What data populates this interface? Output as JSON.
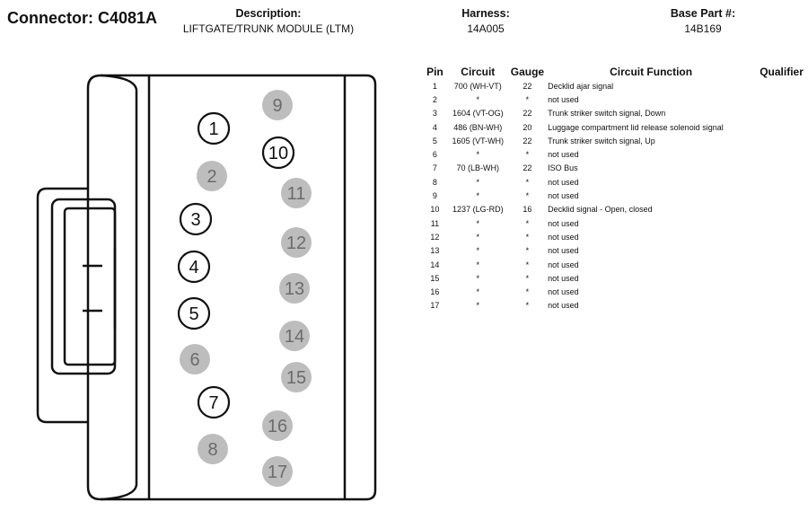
{
  "header": {
    "connector": "Connector: C4081A",
    "description_label": "Description:",
    "description_value": "LIFTGATE/TRUNK MODULE (LTM)",
    "harness_label": "Harness:",
    "harness_value": "14A005",
    "base_part_label": "Base Part #:",
    "base_part_value": "14B169"
  },
  "colors": {
    "pin_active": "#111111",
    "pin_unused": "#bdbdbd",
    "pin_unused_text": "#6b6b6b"
  },
  "table": {
    "headers": [
      "Pin",
      "Circuit",
      "Gauge",
      "Circuit Function",
      "Qualifier"
    ],
    "rows": [
      [
        "1",
        "700 (WH-VT)",
        "22",
        "Decklid ajar signal",
        ""
      ],
      [
        "2",
        "*",
        "*",
        "not used",
        ""
      ],
      [
        "3",
        "1604 (VT-OG)",
        "22",
        "Trunk striker switch signal, Down",
        ""
      ],
      [
        "4",
        "486 (BN-WH)",
        "20",
        "Luggage compartment lid release solenoid signal",
        ""
      ],
      [
        "5",
        "1605 (VT-WH)",
        "22",
        "Trunk striker switch signal, Up",
        ""
      ],
      [
        "6",
        "*",
        "*",
        "not used",
        ""
      ],
      [
        "7",
        "70 (LB-WH)",
        "22",
        "ISO Bus",
        ""
      ],
      [
        "8",
        "*",
        "*",
        "not used",
        ""
      ],
      [
        "9",
        "*",
        "*",
        "not used",
        ""
      ],
      [
        "10",
        "1237 (LG-RD)",
        "16",
        "Decklid signal - Open, closed",
        ""
      ],
      [
        "11",
        "*",
        "*",
        "not used",
        ""
      ],
      [
        "12",
        "*",
        "*",
        "not used",
        ""
      ],
      [
        "13",
        "*",
        "*",
        "not used",
        ""
      ],
      [
        "14",
        "*",
        "*",
        "not used",
        ""
      ],
      [
        "15",
        "*",
        "*",
        "not used",
        ""
      ],
      [
        "16",
        "*",
        "*",
        "not used",
        ""
      ],
      [
        "17",
        "*",
        "*",
        "not used",
        ""
      ]
    ]
  },
  "connector_pins": [
    {
      "label": "1",
      "used": true
    },
    {
      "label": "2",
      "used": false
    },
    {
      "label": "3",
      "used": true
    },
    {
      "label": "4",
      "used": true
    },
    {
      "label": "5",
      "used": true
    },
    {
      "label": "6",
      "used": false
    },
    {
      "label": "7",
      "used": true
    },
    {
      "label": "8",
      "used": false
    },
    {
      "label": "9",
      "used": false
    },
    {
      "label": "10",
      "used": true
    },
    {
      "label": "11",
      "used": false
    },
    {
      "label": "12",
      "used": false
    },
    {
      "label": "13",
      "used": false
    },
    {
      "label": "14",
      "used": false
    },
    {
      "label": "15",
      "used": false
    },
    {
      "label": "16",
      "used": false
    },
    {
      "label": "17",
      "used": false
    }
  ]
}
